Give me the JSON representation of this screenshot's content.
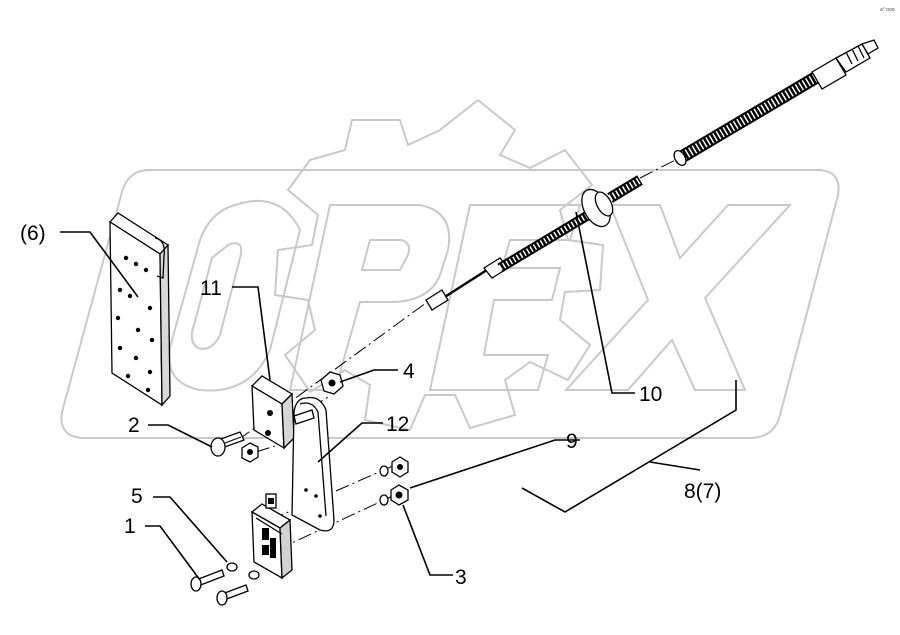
{
  "diagram": {
    "corner_code": "a° ooo",
    "watermark": "OPEX",
    "callouts": {
      "c1": "1",
      "c2": "2",
      "c3": "3",
      "c4": "4",
      "c5": "5",
      "c6": "(6)",
      "c8": "8(7)",
      "c9": "9",
      "c10": "10",
      "c11": "11",
      "c12": "12"
    }
  }
}
